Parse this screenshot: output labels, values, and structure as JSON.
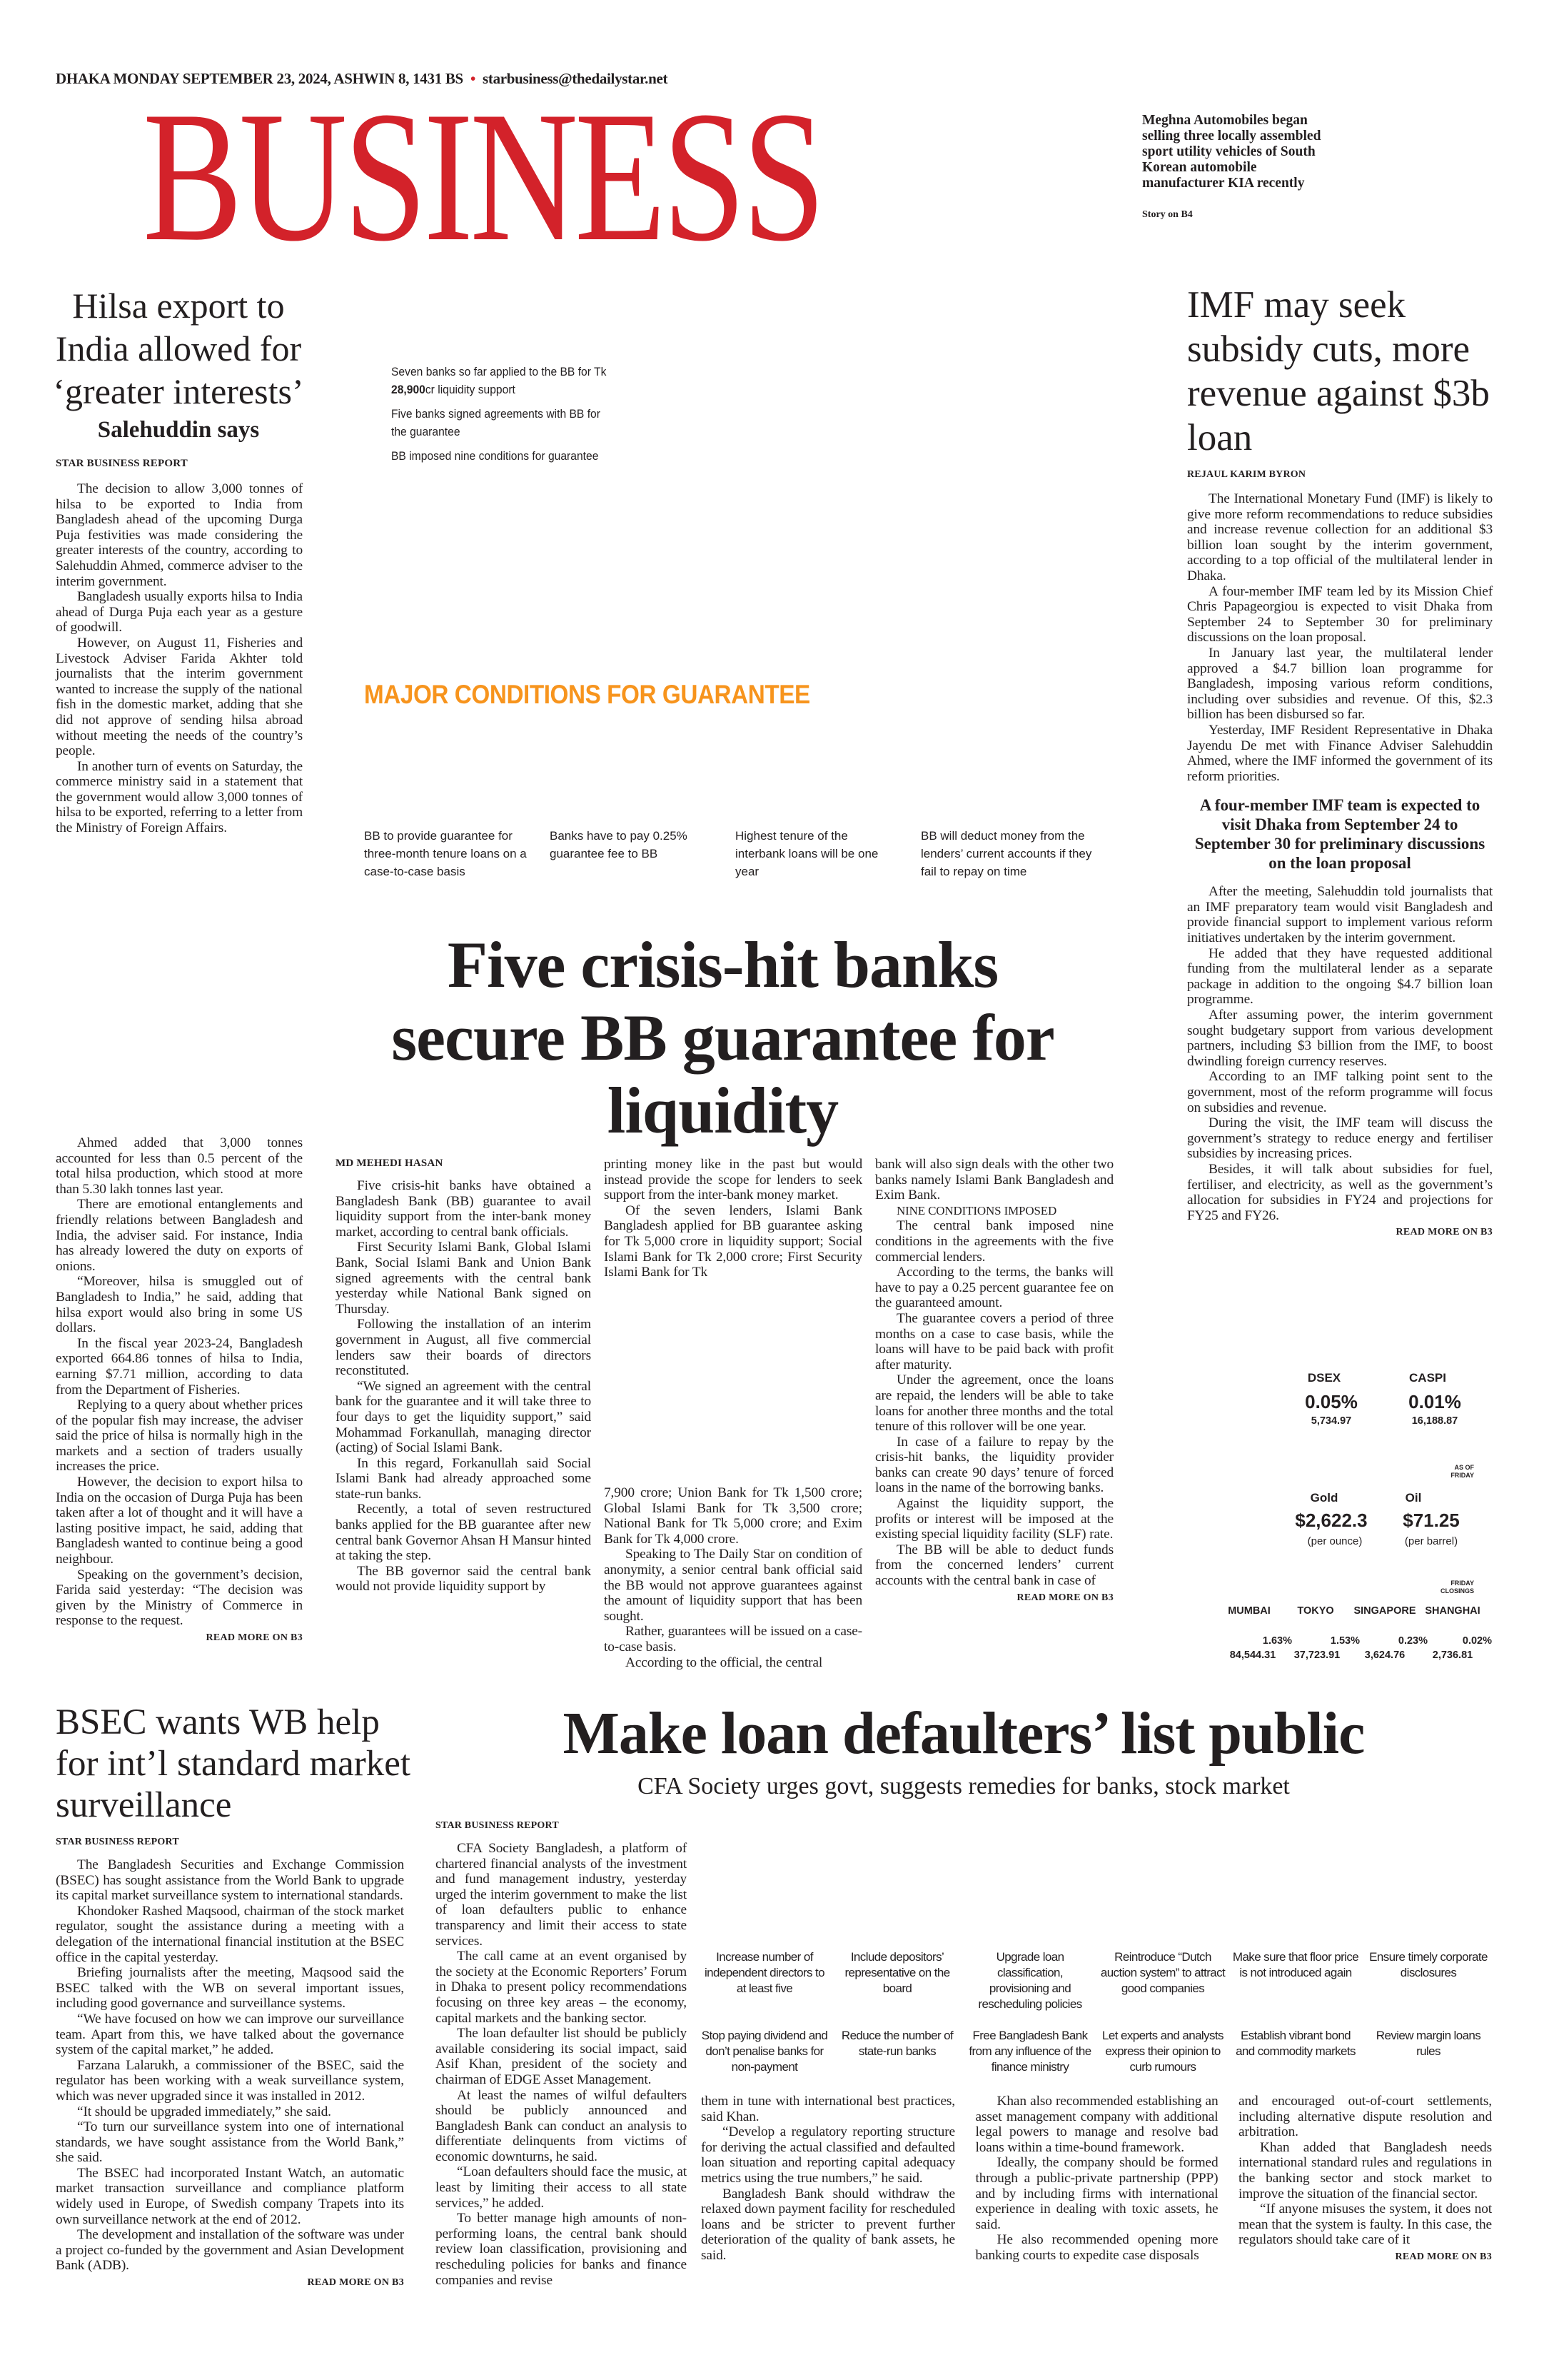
{
  "header": {
    "dateline": "DHAKA MONDAY SEPTEMBER 23, 2024, ASHWIN 8, 1431 BS",
    "email": "starbusiness@thedailystar.net",
    "masthead": "BUSINESS",
    "brand_color": "#d3222a",
    "teaser": "Meghna Automobiles began selling three locally assembled sport utility vehicles of South Korean automobile manufacturer KIA recently",
    "teaser_ref": "Story on B4"
  },
  "hilsa": {
    "headline": "Hilsa export to India allowed for ‘greater interests’",
    "subhead": "Salehuddin says",
    "byline": "STAR BUSINESS REPORT",
    "col1": [
      "The decision to allow 3,000 tonnes of hilsa to be exported to India from Bangladesh ahead of the upcoming Durga Puja festivities was made considering the greater interests of the country, according to Salehuddin Ahmed, commerce adviser to the interim government.",
      "Bangladesh usually exports hilsa to India ahead of Durga Puja each year as a gesture of goodwill.",
      "However, on August 11, Fisheries and Livestock Adviser Farida Akhter told journalists that the interim government wanted to increase the supply of the national fish in the domestic market, adding that she did not approve of sending hilsa abroad without meeting the needs of the country’s people.",
      "In another turn of events on Saturday, the commerce ministry said in a statement that the government would allow 3,000 tonnes of hilsa to be exported, referring to a letter from the Ministry of Foreign Affairs."
    ],
    "col2": [
      "Ahmed added that 3,000 tonnes accounted for less than 0.5 percent of the total hilsa production, which stood at more than 5.30 lakh tonnes last year.",
      "There are emotional entanglements and friendly relations between Bangladesh and India, the adviser said. For instance, India has already lowered the duty on exports of onions.",
      "“Moreover, hilsa is smuggled out of Bangladesh to India,” he said, adding that hilsa export would also bring in some US dollars.",
      "In the fiscal year 2023-24, Bangladesh exported 664.86 tonnes of hilsa to India, earning $7.71 million, according to data from the Department of Fisheries.",
      "Replying to a query about whether prices of the popular fish may increase, the adviser said the price of hilsa is normally high in the markets and a section of traders usually increases the price.",
      "However, the decision to export hilsa to India on the occasion of Durga Puja has been taken after a lot of thought and it will have a lasting positive impact, he said, adding that Bangladesh wanted to continue being a good neighbour.",
      "Speaking on the government’s decision, Farida said yesterday: “The decision was given by the Ministry of Commerce in response to the request."
    ],
    "read_more": "READ MORE ON B3"
  },
  "infographic": {
    "bullets": [
      {
        "pre": "Seven banks so far applied to the BB for Tk ",
        "bold": "28,900",
        "post": "cr liquidity support"
      },
      {
        "pre": "Five banks signed agreements with BB for the guarantee",
        "bold": "",
        "post": ""
      },
      {
        "pre": "BB imposed nine conditions for guarantee",
        "bold": "",
        "post": ""
      }
    ],
    "title": "MAJOR CONDITIONS FOR GUARANTEE",
    "title_color": "#f7941d",
    "conditions": [
      "BB to provide guarantee for three-month tenure loans on a case-to-case basis",
      "Banks have to pay 0.25% guarantee fee to BB",
      "Highest tenure of the interbank loans will be one year",
      "BB will deduct money from the lenders’ current accounts if they fail to repay on time"
    ]
  },
  "lead": {
    "headline": "Five crisis-hit banks secure BB guarantee for liquidity",
    "byline": "MD MEHEDI HASAN",
    "col1": [
      "Five crisis-hit banks have obtained a Bangladesh Bank (BB) guarantee to avail liquidity support from the inter-bank money market, according to central bank officials.",
      "First Security Islami Bank, Global Islami Bank, Social Islami Bank and Union Bank signed agreements with the central bank yesterday while National Bank signed on Thursday.",
      "Following the installation of an interim government in August, all five commercial lenders saw their boards of directors reconstituted.",
      "“We signed an agreement with the central bank for the guarantee and it will take three to four days to get the liquidity support,” said Mohammad Forkanullah, managing director (acting) of Social Islami Bank.",
      "In this regard, Forkanullah said Social Islami Bank had already approached some state-run banks.",
      "Recently, a total of seven restructured banks applied for the BB guarantee after new central bank Governor Ahsan H Mansur hinted at taking the step.",
      "The BB governor said the central bank would not provide liquidity support by"
    ],
    "col2a": [
      "printing money like in the past but would instead provide the scope for lenders to seek support from the inter-bank money market.",
      "Of the seven lenders, Islami Bank Bangladesh applied for BB guarantee asking for Tk 5,000 crore in liquidity support; Social Islami Bank for Tk 2,000 crore; First Security Islami Bank for Tk"
    ],
    "col2b": [
      "7,900 crore; Union Bank for Tk 1,500 crore; Global Islami Bank for Tk 3,500 crore; National Bank for Tk 5,000 crore; and Exim Bank for Tk 4,000 crore.",
      "Speaking to The Daily Star on condition of anonymity, a senior central bank official said the BB would not approve guarantees against the amount of liquidity support that has been sought.",
      "Rather, guarantees will be issued on a case-to-case basis.",
      "According to the official, the central"
    ],
    "col3_first": "bank will also sign deals with the other two banks namely Islami Bank Bangladesh and Exim Bank.",
    "col3_sub": "NINE CONDITIONS IMPOSED",
    "col3": [
      "The central bank imposed nine conditions in the agreements with the five commercial lenders.",
      "According to the terms, the banks will have to pay a 0.25 percent guarantee fee on the guaranteed amount.",
      "The guarantee covers a period of three months on a case to case basis, while the loans will have to be paid back with profit after maturity.",
      "Under the agreement, once the loans are repaid, the lenders will be able to take loans for another three months and the total tenure of this rollover will be one year.",
      "In case of a failure to repay by the crisis-hit banks, the liquidity provider banks can create 90 days’ tenure of forced loans in the name of the borrowing banks.",
      "Against the liquidity support, the profits or interest will be imposed at the existing special liquidity facility (SLF) rate.",
      "The BB will be able to deduct funds from the concerned lenders’ current accounts with the central bank in case of"
    ],
    "read_more": "READ MORE ON B3"
  },
  "imf": {
    "headline": "IMF may seek subsidy cuts, more revenue against $3b loan",
    "byline": "REJAUL KARIM BYRON",
    "part1": [
      "The International Monetary Fund (IMF) is likely to give more reform recommendations to reduce subsidies and increase revenue collection for an additional $3 billion loan sought by the interim government, according to a top official of the multilateral lender in Dhaka.",
      "A four-member IMF team led by its Mission Chief Chris Papageorgiou is expected to visit Dhaka from September 24 to September 30 for preliminary discussions on the loan proposal.",
      "In January last year, the multilateral lender approved a $4.7 billion loan programme for Bangladesh, imposing various reform conditions, including over subsidies and revenue. Of this, $2.3 billion has been disbursed so far.",
      "Yesterday, IMF Resident Representative in Dhaka Jayendu De met with Finance Adviser Salehuddin Ahmed, where the IMF informed the government of its reform priorities."
    ],
    "pull_quote": "A four-member IMF team is expected to visit Dhaka from September 24 to September 30 for preliminary discussions on the loan proposal",
    "part2": [
      "After the meeting, Salehuddin told journalists that an IMF preparatory team would visit Bangladesh and provide financial support to implement various reform initiatives undertaken by the interim government.",
      "He added that they have requested additional funding from the multilateral lender as a separate package in addition to the ongoing $4.7 billion loan programme.",
      "After assuming power, the interim government sought budgetary support from various development partners, including $3 billion from the IMF, to boost dwindling foreign currency reserves.",
      "According to an IMF talking point sent to the government, most of the reform programme will focus on subsidies and revenue.",
      "During the visit, the IMF team will discuss the government’s strategy to reduce energy and fertiliser subsidies by increasing prices.",
      "Besides, it will talk about subsidies for fuel, fertiliser, and electricity, as well as the government’s allocation for subsidies in FY24 and projections for FY25 and FY26."
    ],
    "read_more": "READ MORE ON B3"
  },
  "markets": {
    "indices": [
      {
        "name": "DSEX",
        "change": "0.05%",
        "value": "5,734.97"
      },
      {
        "name": "CASPI",
        "change": "0.01%",
        "value": "16,188.87"
      }
    ],
    "commodities_note": "AS OF FRIDAY",
    "commodities": [
      {
        "name": "Gold",
        "price": "$2,622.3",
        "unit": "(per ounce)"
      },
      {
        "name": "Oil",
        "price": "$71.25",
        "unit": "(per barrel)"
      }
    ],
    "asia_note": "FRIDAY CLOSINGS",
    "asia": [
      {
        "name": "MUMBAI",
        "change": "1.63%",
        "value": "84,544.31"
      },
      {
        "name": "TOKYO",
        "change": "1.53%",
        "value": "37,723.91"
      },
      {
        "name": "SINGAPORE",
        "change": "0.23%",
        "value": "3,624.76"
      },
      {
        "name": "SHANGHAI",
        "change": "0.02%",
        "value": "2,736.81"
      }
    ]
  },
  "bsec": {
    "headline": "BSEC wants WB help for int’l standard market surveillance",
    "byline": "STAR BUSINESS REPORT",
    "paragraphs": [
      "The Bangladesh Securities and Exchange Commission (BSEC) has sought assistance from the World Bank to upgrade its capital market surveillance system to international standards.",
      "Khondoker Rashed Maqsood, chairman of the stock market regulator, sought the assistance during a meeting with a delegation of the international financial institution at the BSEC office in the capital yesterday.",
      "Briefing journalists after the meeting, Maqsood said the BSEC talked with the WB on several important issues, including good governance and surveillance systems.",
      "“We have focused on how we can improve our surveillance team. Apart from this, we have talked about the governance system of the capital market,” he added.",
      "Farzana Lalarukh, a commissioner of the BSEC, said the regulator has been working with a weak surveillance system, which was never upgraded since it was installed in 2012.",
      "“It should be upgraded immediately,” she said.",
      "“To turn our surveillance system into one of international standards, we have sought assistance from the World Bank,” she said.",
      "The BSEC had incorporated Instant Watch, an automatic market transaction surveillance and compliance platform widely used in Europe, of Swedish company Trapets into its own surveillance network at the end of 2012.",
      "The development and installation of the software was under a project co-funded by the government and Asian Development Bank (ADB)."
    ],
    "read_more": "READ MORE ON B3"
  },
  "cfa": {
    "headline": "Make loan defaulters’ list public",
    "subhead": "CFA Society urges govt, suggests remedies for banks, stock market",
    "byline": "STAR BUSINESS REPORT",
    "col1": [
      "CFA Society Bangladesh, a platform of chartered financial analysts of the investment and fund management industry, yesterday urged the interim government to make the list of loan defaulters public to enhance transparency and limit their access to state services.",
      "The call came at an event organised by the society at the Economic Reporters’ Forum in Dhaka to present policy recommendations focusing on three key areas – the economy, capital markets and the banking sector.",
      "The loan defaulter list should be publicly available considering its social impact, said Asif Khan, president of the society and chairman of EDGE Asset Management.",
      "At least the names of wilful defaulters should be publicly announced and Bangladesh Bank can conduct an analysis to differentiate delinquents from victims of economic downturns, he said.",
      "“Loan defaulters should face the music, at least by limiting their access to all state services,” he added.",
      "To better manage high amounts of non-performing loans, the central bank should review loan classification, provisioning and rescheduling policies for banks and finance companies and revise"
    ],
    "recommendations": [
      "Increase number of independent directors to at least five",
      "Include depositors’ representative on the board",
      "Upgrade loan classification, provisioning and rescheduling policies",
      "Reintroduce “Dutch auction system” to attract good companies",
      "Make sure that floor price is not introduced again",
      "Ensure timely corporate disclosures",
      "Stop paying dividend and don’t penalise banks for non-payment",
      "Reduce the number of state-run banks",
      "Free Bangladesh Bank from any influence of the finance ministry",
      "Let experts and analysts express their opinion to curb rumours",
      "Establish vibrant bond and commodity markets",
      "Review margin loans rules"
    ],
    "col2": [
      "them in tune with international best practices, said Khan.",
      "“Develop a regulatory reporting structure for deriving the actual classified and defaulted loan situation and reporting capital adequacy metrics using the true numbers,” he said.",
      "Bangladesh Bank should withdraw the relaxed down payment facility for rescheduled loans and be stricter to prevent further deterioration of the quality of bank assets, he said."
    ],
    "col3": [
      "Khan also recommended establishing an asset management company with additional legal powers to manage and resolve bad loans within a time-bound framework.",
      "Ideally, the company should be formed through a public-private partnership (PPP) and by including firms with international experience in dealing with toxic assets, he said.",
      "He also recommended opening more banking courts to expedite case disposals"
    ],
    "col4": [
      "and encouraged out-of-court settlements, including alternative dispute resolution and arbitration.",
      "Khan added that Bangladesh needs international standard rules and regulations in the banking sector and stock market to improve the situation of the financial sector.",
      "“If anyone misuses the system, it does not mean that the system is faulty. In this case, the regulators should take care of it"
    ],
    "read_more": "READ MORE ON B3"
  }
}
